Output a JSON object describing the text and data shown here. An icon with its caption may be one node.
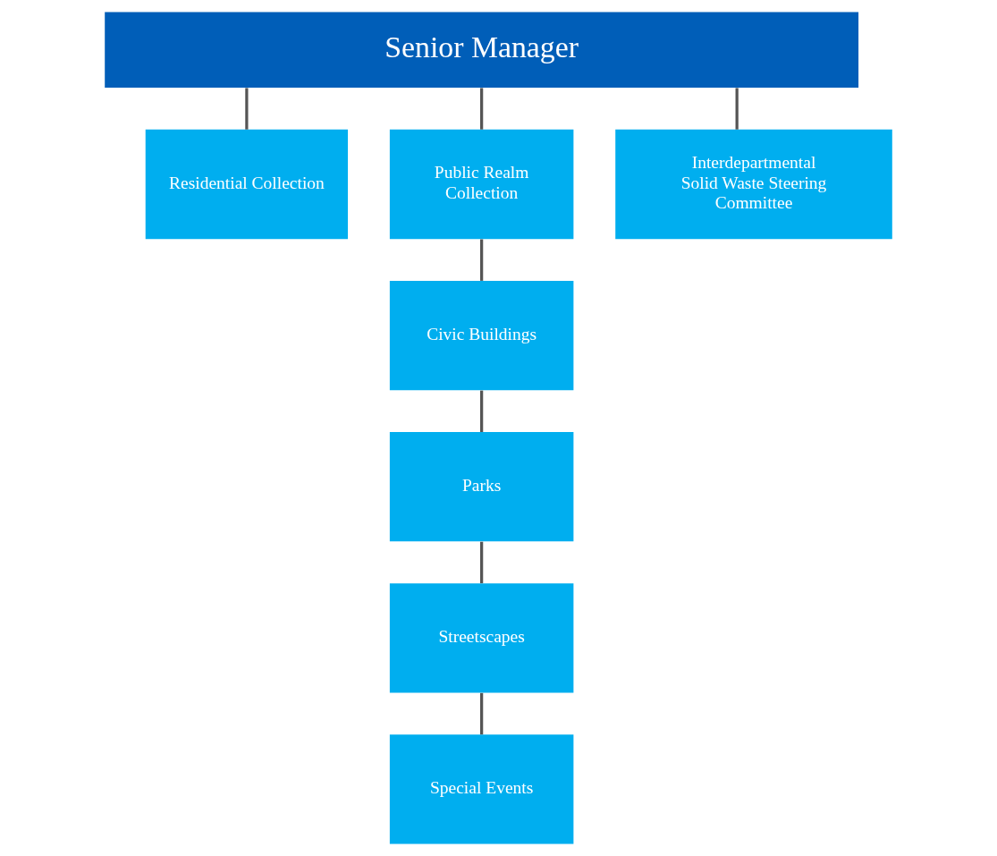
{
  "diagram": {
    "nodes": [
      {
        "text": [
          "Senior Manager"
        ]
      },
      {
        "text": [
          "Residential Collection"
        ]
      },
      {
        "text": [
          "Public Realm Collection"
        ]
      },
      {
        "text": [
          "Interdepartmental Solid Waste Steering Committee"
        ]
      },
      {
        "text": [
          "Civic Buildings"
        ]
      },
      {
        "text": [
          "Parks"
        ]
      },
      {
        "text": [
          "Streetscapes"
        ]
      },
      {
        "text": [
          "Special Events"
        ]
      }
    ],
    "edges": [
      {
        "from": 0,
        "to": 1,
        "arrow": "none"
      },
      {
        "from": 0,
        "to": 2,
        "arrow": "none"
      },
      {
        "from": 0,
        "to": 3,
        "arrow": "none"
      },
      {
        "from": 2,
        "to": 4,
        "arrow": "none"
      },
      {
        "from": 4,
        "to": 5,
        "arrow": "none"
      },
      {
        "from": 5,
        "to": 6,
        "arrow": "none"
      },
      {
        "from": 6,
        "to": 7,
        "arrow": "none"
      }
    ]
  }
}
